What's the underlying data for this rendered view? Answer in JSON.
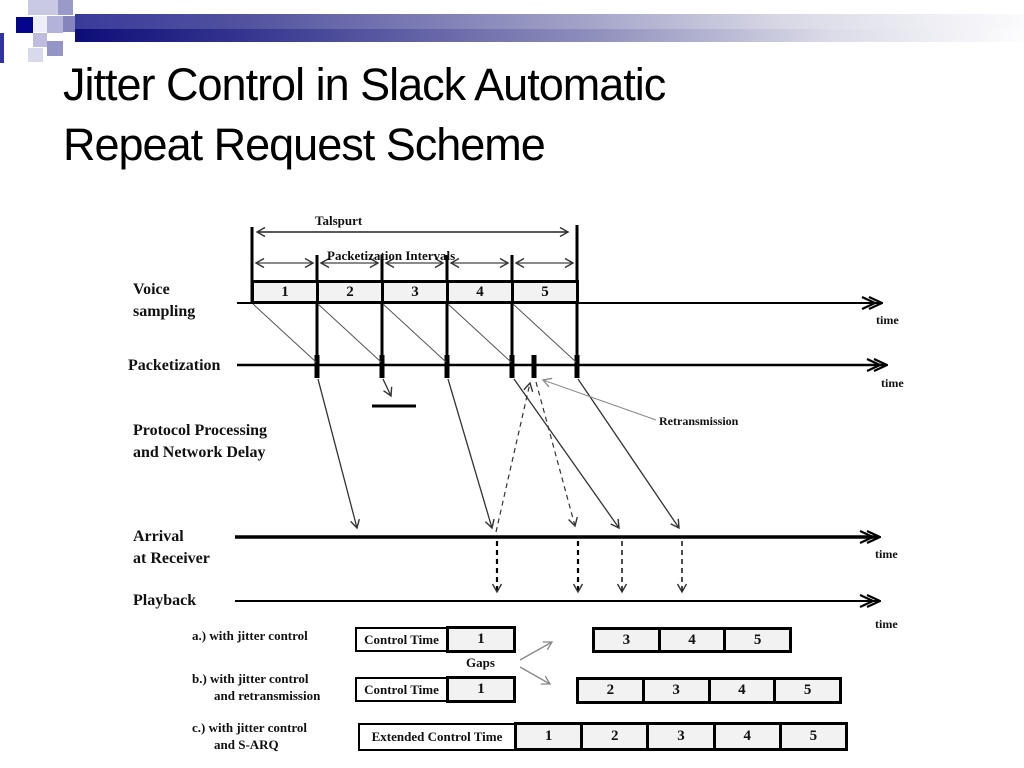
{
  "slide": {
    "title_line1": "Jitter Control in Slack Automatic",
    "title_line2": "Repeat Request Scheme"
  },
  "colors": {
    "accent_navy": "#0d0d78",
    "accent_lavender": "#c9c9e4",
    "box_fill": "#f2f2f2",
    "line_black": "#000000"
  },
  "diagram": {
    "talspurt_label": "Talspurt",
    "packetization_intervals_label": "Packetization Intervals",
    "time_label": "time",
    "retransmission_label": "Retransmission",
    "gaps_label": "Gaps",
    "row_labels": {
      "voice_line1": "Voice",
      "voice_line2": "sampling",
      "packetization": "Packetization",
      "protocol_line1": "Protocol Processing",
      "protocol_line2": "and Network Delay",
      "arrival_line1": "Arrival",
      "arrival_line2": "at Receiver",
      "playback": "Playback"
    },
    "voice_boxes": [
      "1",
      "2",
      "3",
      "4",
      "5"
    ],
    "scenarios": [
      {
        "label_line1": "a.) with jitter control",
        "label_line2": "",
        "control_label": "Control Time",
        "first_box": "1",
        "right_boxes": [
          "3",
          "4",
          "5"
        ]
      },
      {
        "label_line1": "b.) with jitter control",
        "label_line2": "and retransmission",
        "control_label": "Control Time",
        "first_box": "1",
        "right_boxes": [
          "2",
          "3",
          "4",
          "5"
        ]
      },
      {
        "label_line1": "c.) with jitter control",
        "label_line2": "and S-ARQ",
        "control_label": "Extended Control Time",
        "boxes": [
          "1",
          "2",
          "3",
          "4",
          "5"
        ]
      }
    ]
  }
}
